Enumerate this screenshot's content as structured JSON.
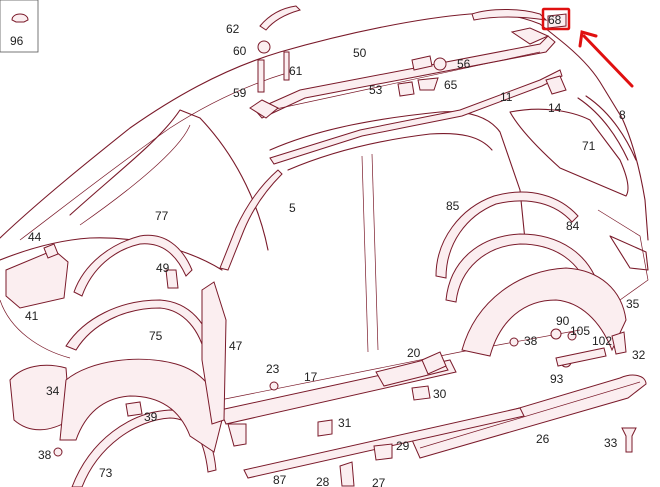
{
  "diagram": {
    "highlight_color": "#e01010",
    "line_color": "#7a1a2a",
    "highlighted_part": "68",
    "part_numbers": [
      "96",
      "62",
      "60",
      "61",
      "59",
      "50",
      "56",
      "53",
      "65",
      "11",
      "14",
      "8",
      "71",
      "5",
      "85",
      "84",
      "77",
      "44",
      "49",
      "41",
      "75",
      "47",
      "23",
      "17",
      "20",
      "90",
      "105",
      "38",
      "102",
      "32",
      "35",
      "34",
      "39",
      "93",
      "31",
      "30",
      "29",
      "26",
      "33",
      "87",
      "28",
      "27",
      "73",
      "38"
    ]
  }
}
